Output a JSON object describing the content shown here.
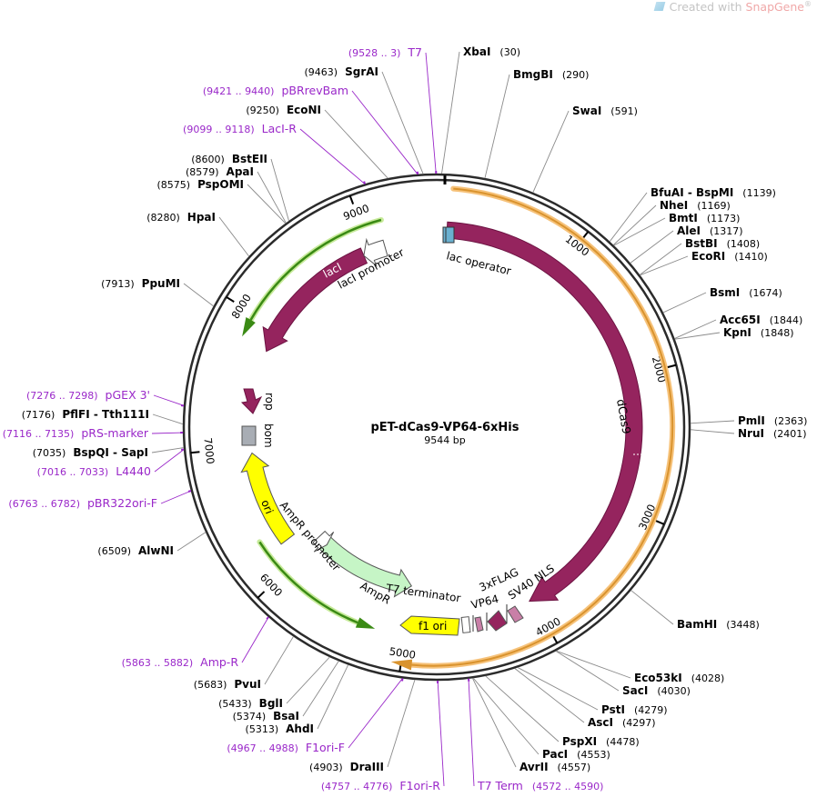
{
  "watermark": {
    "prefix": "Created with ",
    "brand": "SnapGene",
    "mark": "®"
  },
  "map": {
    "name": "pET-dCas9-VP64-6xHis",
    "length_label": "9544 bp",
    "total_bp": 9544,
    "tick_labels": [
      "1000",
      "2000",
      "3000",
      "4000",
      "5000",
      "6000",
      "7000",
      "8000",
      "9000"
    ]
  },
  "sites": [
    {
      "name": "XbaI",
      "pos": "(30)",
      "bp": 30,
      "type": "enzyme"
    },
    {
      "name": "BmgBI",
      "pos": "(290)",
      "bp": 290,
      "type": "enzyme"
    },
    {
      "name": "SwaI",
      "pos": "(591)",
      "bp": 591,
      "type": "enzyme"
    },
    {
      "name": "BfuAI - BspMI",
      "pos": "(1139)",
      "bp": 1139,
      "type": "enzyme"
    },
    {
      "name": "NheI",
      "pos": "(1169)",
      "bp": 1169,
      "type": "enzyme"
    },
    {
      "name": "BmtI",
      "pos": "(1173)",
      "bp": 1173,
      "type": "enzyme"
    },
    {
      "name": "AleI",
      "pos": "(1317)",
      "bp": 1317,
      "type": "enzyme"
    },
    {
      "name": "BstBI",
      "pos": "(1408)",
      "bp": 1408,
      "type": "enzyme"
    },
    {
      "name": "EcoRI",
      "pos": "(1410)",
      "bp": 1410,
      "type": "enzyme"
    },
    {
      "name": "BsmI",
      "pos": "(1674)",
      "bp": 1674,
      "type": "enzyme"
    },
    {
      "name": "Acc65I",
      "pos": "(1844)",
      "bp": 1844,
      "type": "enzyme"
    },
    {
      "name": "KpnI",
      "pos": "(1848)",
      "bp": 1848,
      "type": "enzyme"
    },
    {
      "name": "PmlI",
      "pos": "(2363)",
      "bp": 2363,
      "type": "enzyme"
    },
    {
      "name": "NruI",
      "pos": "(2401)",
      "bp": 2401,
      "type": "enzyme"
    },
    {
      "name": "BamHI",
      "pos": "(3448)",
      "bp": 3448,
      "type": "enzyme"
    },
    {
      "name": "Eco53kI",
      "pos": "(4028)",
      "bp": 4028,
      "type": "enzyme"
    },
    {
      "name": "SacI",
      "pos": "(4030)",
      "bp": 4030,
      "type": "enzyme"
    },
    {
      "name": "PstI",
      "pos": "(4279)",
      "bp": 4279,
      "type": "enzyme"
    },
    {
      "name": "AscI",
      "pos": "(4297)",
      "bp": 4297,
      "type": "enzyme"
    },
    {
      "name": "PspXI",
      "pos": "(4478)",
      "bp": 4478,
      "type": "enzyme"
    },
    {
      "name": "PacI",
      "pos": "(4553)",
      "bp": 4553,
      "type": "enzyme"
    },
    {
      "name": "AvrII",
      "pos": "(4557)",
      "bp": 4557,
      "type": "enzyme"
    },
    {
      "name": "T7 Term",
      "pos": "(4572 .. 4590)",
      "bp": 4581,
      "type": "primer"
    },
    {
      "name": "F1ori-R",
      "pos": "(4757 .. 4776)",
      "bp": 4766,
      "type": "primer"
    },
    {
      "name": "DraIII",
      "pos": "(4903)",
      "bp": 4903,
      "type": "enzyme"
    },
    {
      "name": "F1ori-F",
      "pos": "(4967 .. 4988)",
      "bp": 4977,
      "type": "primer"
    },
    {
      "name": "AhdI",
      "pos": "(5313)",
      "bp": 5313,
      "type": "enzyme"
    },
    {
      "name": "BsaI",
      "pos": "(5374)",
      "bp": 5374,
      "type": "enzyme"
    },
    {
      "name": "BglI",
      "pos": "(5433)",
      "bp": 5433,
      "type": "enzyme"
    },
    {
      "name": "PvuI",
      "pos": "(5683)",
      "bp": 5683,
      "type": "enzyme"
    },
    {
      "name": "Amp-R",
      "pos": "(5863 .. 5882)",
      "bp": 5872,
      "type": "primer"
    },
    {
      "name": "AlwNI",
      "pos": "(6509)",
      "bp": 6509,
      "type": "enzyme"
    },
    {
      "name": "pBR322ori-F",
      "pos": "(6763 .. 6782)",
      "bp": 6772,
      "type": "primer"
    },
    {
      "name": "L4440",
      "pos": "(7016 .. 7033)",
      "bp": 7024,
      "type": "primer"
    },
    {
      "name": "BspQI - SapI",
      "pos": "(7035)",
      "bp": 7035,
      "type": "enzyme"
    },
    {
      "name": "pRS-marker",
      "pos": "(7116 .. 7135)",
      "bp": 7125,
      "type": "primer"
    },
    {
      "name": "PflFI - Tth111I",
      "pos": "(7176)",
      "bp": 7176,
      "type": "enzyme"
    },
    {
      "name": "pGEX 3'",
      "pos": "(7276 .. 7298)",
      "bp": 7287,
      "type": "primer"
    },
    {
      "name": "PpuMI",
      "pos": "(7913)",
      "bp": 7913,
      "type": "enzyme"
    },
    {
      "name": "HpaI",
      "pos": "(8280)",
      "bp": 8280,
      "type": "enzyme"
    },
    {
      "name": "PspOMI",
      "pos": "(8575)",
      "bp": 8575,
      "type": "enzyme"
    },
    {
      "name": "ApaI",
      "pos": "(8579)",
      "bp": 8579,
      "type": "enzyme"
    },
    {
      "name": "BstEII",
      "pos": "(8600)",
      "bp": 8600,
      "type": "enzyme"
    },
    {
      "name": "LacI-R",
      "pos": "(9099 .. 9118)",
      "bp": 9108,
      "type": "primer"
    },
    {
      "name": "EcoNI",
      "pos": "(9250)",
      "bp": 9250,
      "type": "enzyme"
    },
    {
      "name": "pBRrevBam",
      "pos": "(9421 .. 9440)",
      "bp": 9430,
      "type": "primer"
    },
    {
      "name": "SgrAI",
      "pos": "(9463)",
      "bp": 9463,
      "type": "enzyme"
    },
    {
      "name": "T7",
      "pos": "(9528 .. 3)",
      "bp": 9540,
      "type": "primer"
    }
  ],
  "features": [
    {
      "name": "dCas9",
      "color": "#95245e"
    },
    {
      "name": "lacI",
      "color": "#95245e"
    },
    {
      "name": "lacI promoter",
      "color": "#ffffff"
    },
    {
      "name": "lac operator",
      "color": "#4aa0c8"
    },
    {
      "name": "rop",
      "color": "#95245e"
    },
    {
      "name": "bom",
      "color": "#a8adb4"
    },
    {
      "name": "ori",
      "color": "#ffff00"
    },
    {
      "name": "AmpR promoter",
      "color": "#ffffff"
    },
    {
      "name": "AmpR",
      "color": "#c6f5c6"
    },
    {
      "name": "T7 terminator",
      "color": "#ffffff"
    },
    {
      "name": "f1 ori",
      "color": "#ffff00"
    },
    {
      "name": "VP64",
      "color": "#c97fa7"
    },
    {
      "name": "3xFLAG",
      "color": "#95245e"
    },
    {
      "name": "SV40 NLS",
      "color": "#c97fa7"
    }
  ],
  "colors": {
    "enzyme": "#000000",
    "primer": "#9a28c9",
    "backbone": "#2b2b2b",
    "orange_arc": "#f0b050",
    "green_arc": "#3a9a1c"
  }
}
